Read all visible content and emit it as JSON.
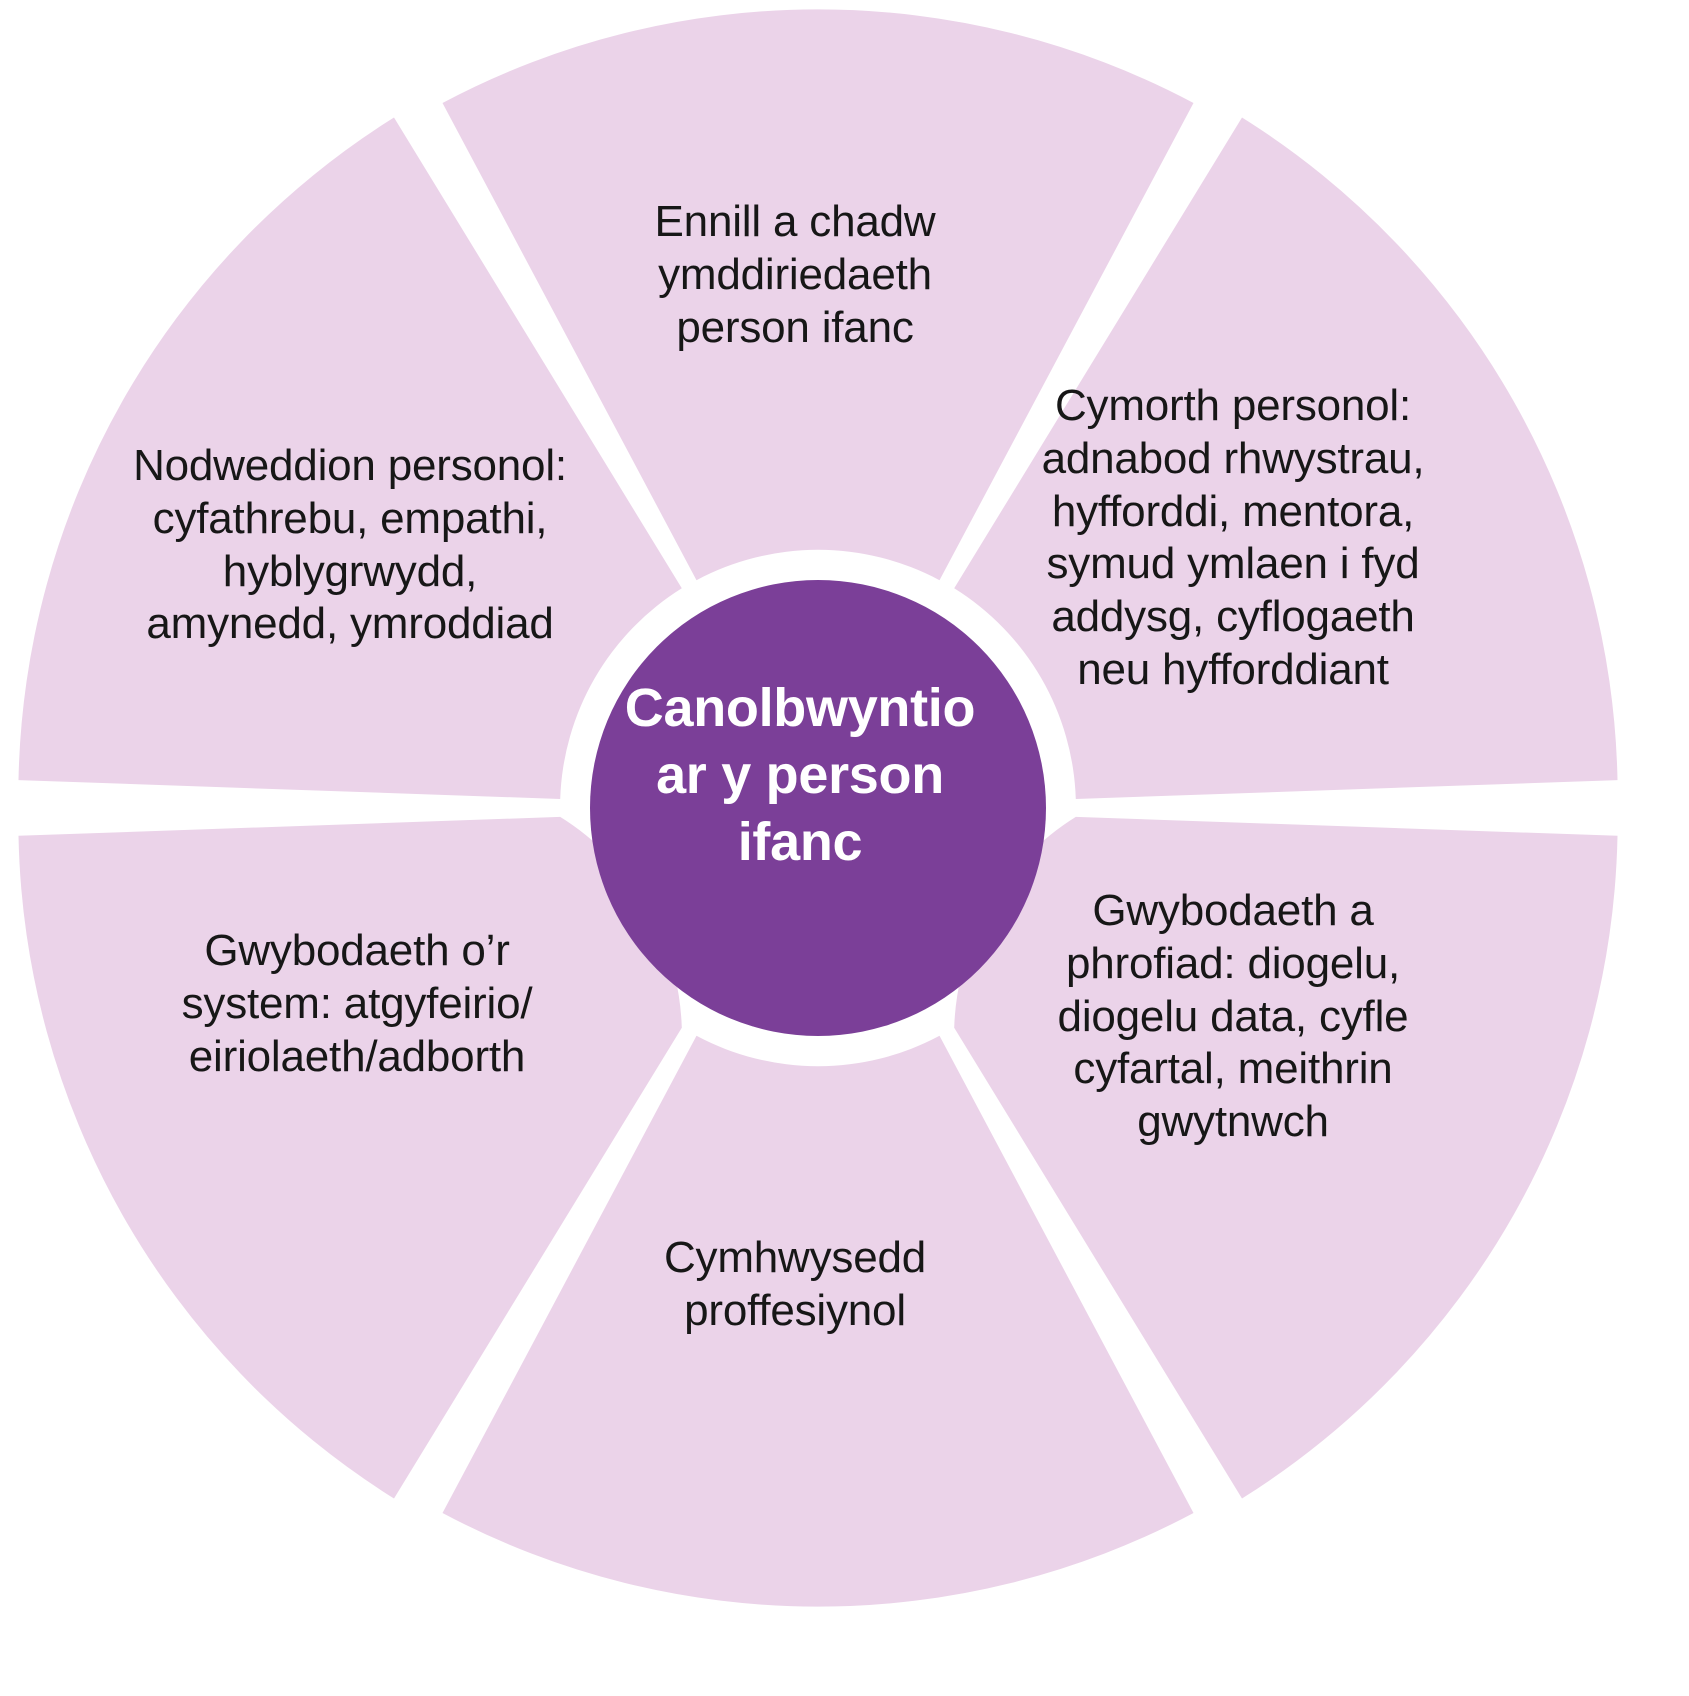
{
  "diagram": {
    "title": "Canolbwyntio ar y person ifanc",
    "type": "segmented-wheel",
    "segment_count": 6,
    "colors": {
      "background": "#ffffff",
      "segment_fill": "#ebd3e9",
      "hub_fill": "#7b3f98",
      "hub_text": "#ffffff",
      "segment_text": "#171717",
      "gap": "#ffffff"
    },
    "hub": {
      "label": "Canolbwyntio\nar y person\nifanc"
    },
    "segments": [
      {
        "id": "top",
        "position": "top",
        "angle_deg": 90,
        "label": "Ennill a chadw\nymddiriedaeth\nperson ifanc"
      },
      {
        "id": "top-right",
        "position": "top-right",
        "angle_deg": 30,
        "label": "Cymorth personol:\nadnabod rhwystrau,\nhyfforddi, mentora,\nsymud ymlaen i fyd\naddysg, cyflogaeth\nneu hyfforddiant"
      },
      {
        "id": "bottom-right",
        "position": "bottom-right",
        "angle_deg": -30,
        "label": "Gwybodaeth a\nphrofiad: diogelu,\ndiogelu data, cyfle\ncyfartal, meithrin\ngwytnwch"
      },
      {
        "id": "bottom",
        "position": "bottom",
        "angle_deg": -90,
        "label": "Cymhwysedd\nproffesiynol"
      },
      {
        "id": "bottom-left",
        "position": "bottom-left",
        "angle_deg": -150,
        "label": "Gwybodaeth o’r\nsystem: atgyfeirio/\neiriolaeth/adborth"
      },
      {
        "id": "top-left",
        "position": "top-left",
        "angle_deg": 150,
        "label": "Nodweddion personol:\ncyfathrebu, empathi,\nhyblygrwydd,\namynedd, ymroddiad"
      }
    ]
  }
}
